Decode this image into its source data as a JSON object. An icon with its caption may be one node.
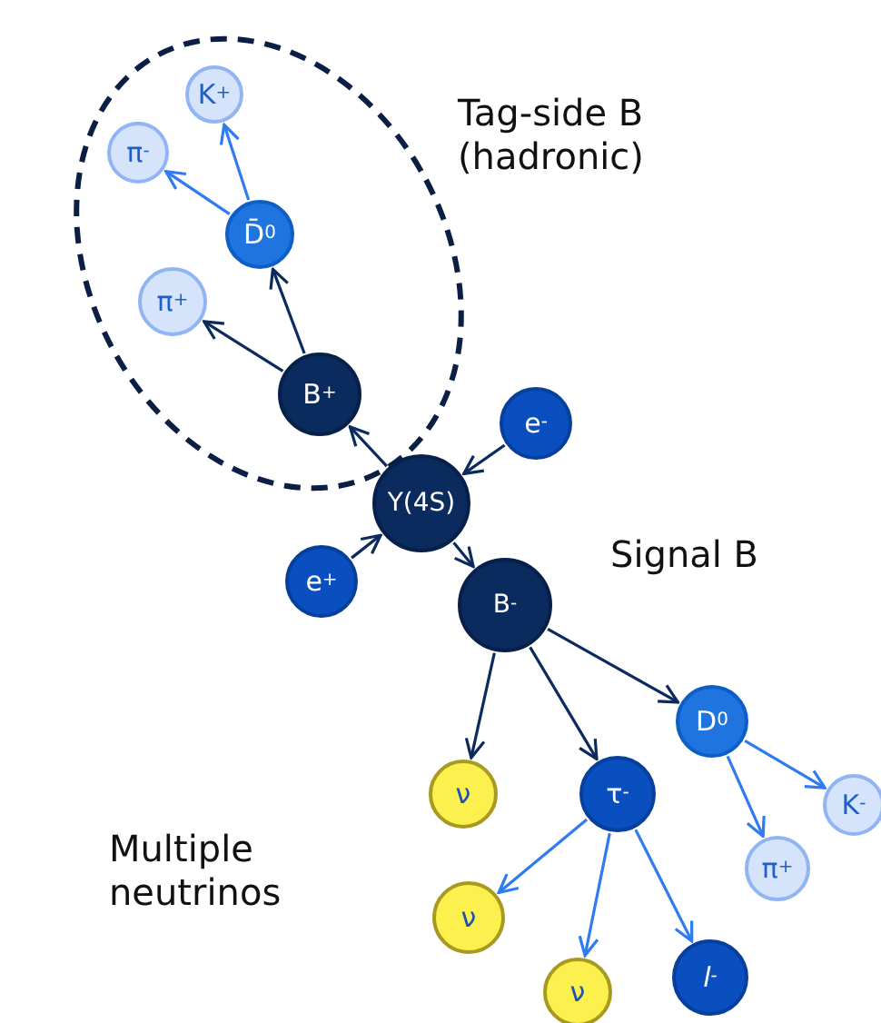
{
  "diagram": {
    "nodes": [
      {
        "text": [
          "Tag-side B (hadronic)"
        ]
      },
      {
        "text": [
          "K$^{+}$"
        ],
        "in": 0
      },
      {
        "text": [
          "π$^{-}$"
        ],
        "in": 0
      },
      {
        "text": [
          "D̄$^{0}$"
        ],
        "in": 0
      },
      {
        "text": [
          "π$^{+}$"
        ],
        "in": 0
      },
      {
        "text": [
          "B$^{+}$"
        ],
        "in": 0
      },
      {
        "text": [
          "e$^{-}$"
        ]
      },
      {
        "text": [
          "Υ(4S)"
        ]
      },
      {
        "text": [
          "e$^{+}$"
        ]
      },
      {
        "text": [
          "B$^{-}$"
        ]
      },
      {
        "text": [
          "D$^{0}$"
        ]
      },
      {
        "text": [
          "ν"
        ]
      },
      {
        "text": [
          "τ$^{-}$"
        ]
      },
      {
        "text": [
          "K$^{-}$"
        ]
      },
      {
        "text": [
          "π$^{+}$"
        ]
      },
      {
        "text": [
          "ν"
        ]
      },
      {
        "text": [
          "ν"
        ]
      },
      {
        "text": [
          "*l*$^{-}$"
        ]
      }
    ],
    "edges": [
      {
        "from": 5,
        "to": 4,
        "arrow": "to"
      },
      {
        "from": 5,
        "to": 3,
        "arrow": "to"
      },
      {
        "from": 3,
        "to": 2,
        "arrow": "to",
        "color": "#2f7bf0"
      },
      {
        "from": 3,
        "to": 1,
        "arrow": "to",
        "color": "#2f7bf0"
      },
      {
        "from": 7,
        "to": 5,
        "arrow": "to"
      },
      {
        "from": 6,
        "to": 7,
        "arrow": "to"
      },
      {
        "from": 8,
        "to": 7,
        "arrow": "to"
      },
      {
        "from": 7,
        "to": 9,
        "arrow": "to"
      },
      {
        "from": 9,
        "to": 11,
        "arrow": "to"
      },
      {
        "from": 9,
        "to": 12,
        "arrow": "to"
      },
      {
        "from": 9,
        "to": 10,
        "arrow": "to"
      },
      {
        "from": 12,
        "to": 15,
        "arrow": "to",
        "color": "#2f7bf0"
      },
      {
        "from": 12,
        "to": 16,
        "arrow": "to",
        "color": "#2f7bf0"
      },
      {
        "from": 12,
        "to": 17,
        "arrow": "to",
        "color": "#2f7bf0"
      },
      {
        "from": 10,
        "to": 14,
        "arrow": "to",
        "color": "#2f7bf0"
      },
      {
        "from": 10,
        "to": 13,
        "arrow": "to",
        "color": "#2f7bf0"
      }
    ],
    "labels": [
      "Signal B",
      "Multiple neutrinos"
    ]
  }
}
